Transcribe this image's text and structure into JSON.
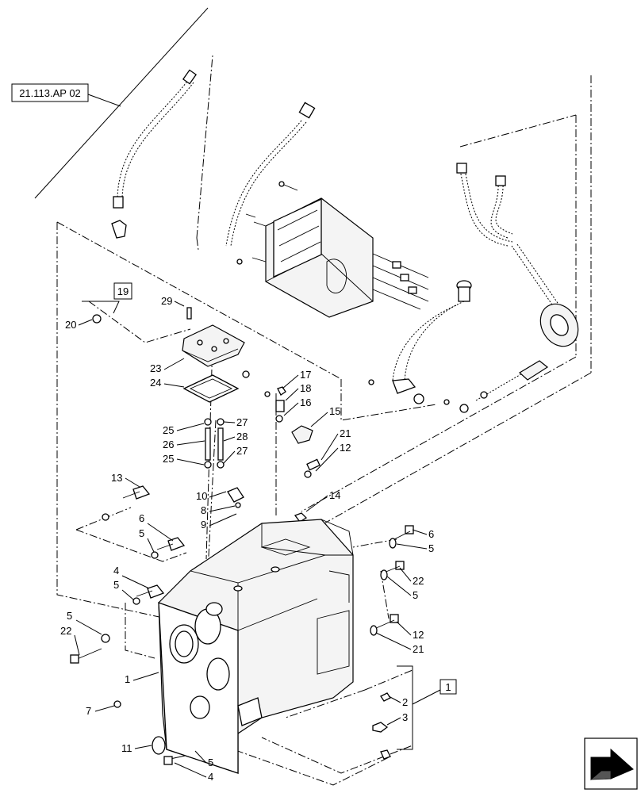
{
  "reference_box": {
    "label": "21.113.AP 02"
  },
  "group_boxes": [
    {
      "id": "box-19",
      "label": "19"
    },
    {
      "id": "box-1",
      "label": "1"
    }
  ],
  "callouts": [
    {
      "n": "29"
    },
    {
      "n": "20"
    },
    {
      "n": "23"
    },
    {
      "n": "24"
    },
    {
      "n": "17"
    },
    {
      "n": "18"
    },
    {
      "n": "16"
    },
    {
      "n": "15"
    },
    {
      "n": "25"
    },
    {
      "n": "27"
    },
    {
      "n": "26"
    },
    {
      "n": "28"
    },
    {
      "n": "25"
    },
    {
      "n": "27"
    },
    {
      "n": "21"
    },
    {
      "n": "12"
    },
    {
      "n": "13"
    },
    {
      "n": "10"
    },
    {
      "n": "8"
    },
    {
      "n": "9"
    },
    {
      "n": "14"
    },
    {
      "n": "6"
    },
    {
      "n": "5"
    },
    {
      "n": "6"
    },
    {
      "n": "5"
    },
    {
      "n": "4"
    },
    {
      "n": "5"
    },
    {
      "n": "22"
    },
    {
      "n": "5"
    },
    {
      "n": "5"
    },
    {
      "n": "22"
    },
    {
      "n": "12"
    },
    {
      "n": "21"
    },
    {
      "n": "1"
    },
    {
      "n": "7"
    },
    {
      "n": "2"
    },
    {
      "n": "3"
    },
    {
      "n": "11"
    },
    {
      "n": "5"
    },
    {
      "n": "4"
    }
  ],
  "nav_icon": {
    "name": "next-page-arrow-icon"
  }
}
